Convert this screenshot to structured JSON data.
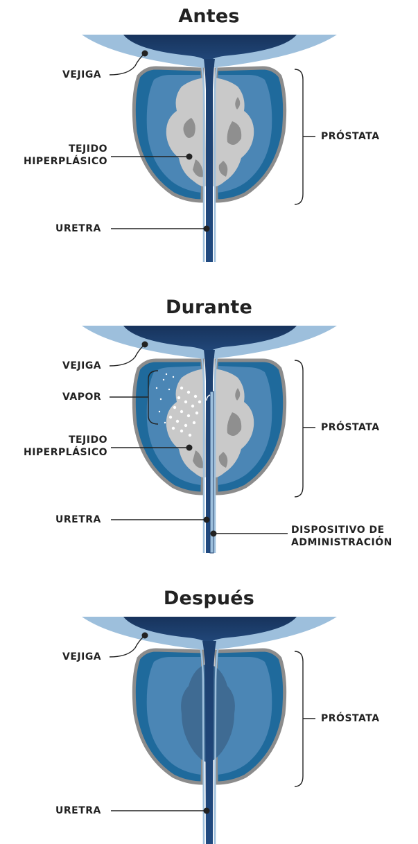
{
  "panels": [
    {
      "title": "Antes",
      "labels": {
        "bladder": "VEJIGA",
        "tissue_line1": "TEJIDO",
        "tissue_line2": "HIPERPLÁSICO",
        "prostate": "PRÓSTATA",
        "urethra": "URETRA"
      }
    },
    {
      "title": "Durante",
      "labels": {
        "bladder": "VEJIGA",
        "vapor": "VAPOR",
        "tissue_line1": "TEJIDO",
        "tissue_line2": "HIPERPLÁSICO",
        "prostate": "PRÓSTATA",
        "urethra": "URETRA",
        "device_line1": "DISPOSITIVO DE",
        "device_line2": "ADMINISTRACIÓN"
      }
    },
    {
      "title": "Después",
      "labels": {
        "bladder": "VEJIGA",
        "prostate": "PRÓSTATA",
        "urethra": "URETRA"
      }
    }
  ],
  "colors": {
    "bladder_wall": "#9dbfdc",
    "bladder_lumen": "#1c3f6e",
    "prostate_outer": "#1f6a9c",
    "prostate_inner": "#4b86b5",
    "capsule_stroke": "#8c8c8c",
    "tissue": "#c9c9c9",
    "tissue_dark": "#8f8f8f",
    "urethra": "#1c3f6e",
    "urethra_wall": "#9dbfdc",
    "text": "#222222"
  }
}
